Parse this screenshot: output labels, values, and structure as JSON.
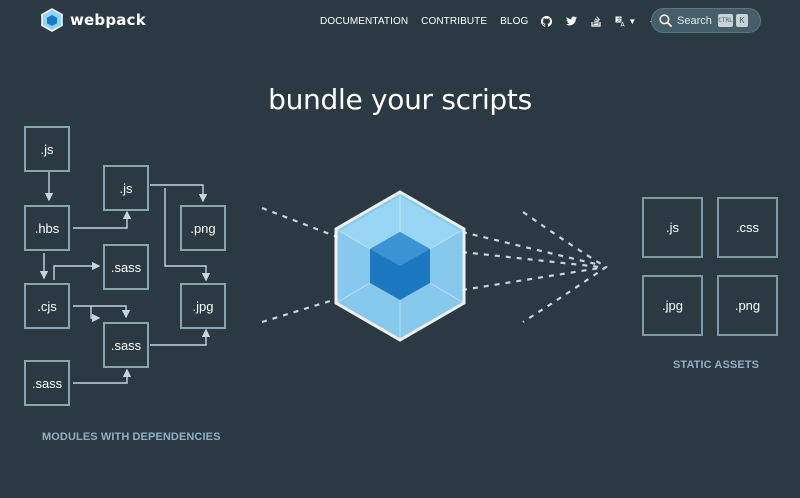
{
  "header": {
    "logo_text": "webpack",
    "nav": {
      "documentation": "DOCUMENTATION",
      "contribute": "CONTRIBUTE",
      "blog": "BLOG"
    },
    "icons": [
      "github-icon",
      "twitter-icon",
      "stack-overflow-icon",
      "translate-icon",
      "theme-toggle-icon"
    ],
    "search": {
      "label": "Search",
      "shortcut_ctrl": "CTRL",
      "shortcut_key": "K"
    }
  },
  "hero": {
    "title": "bundle your scripts",
    "modules": {
      "m1": ".js",
      "m2": ".hbs",
      "m3": ".cjs",
      "m4": ".sass",
      "m5": ".js",
      "m6": ".sass",
      "m7": ".sass",
      "m8": ".png",
      "m9": ".jpg"
    },
    "modules_caption": "MODULES WITH DEPENDENCIES",
    "assets": {
      "a1": ".js",
      "a2": ".css",
      "a3": ".jpg",
      "a4": ".png"
    },
    "assets_caption": "STATIC ASSETS"
  },
  "colors": {
    "background": "#2b3a42",
    "box_border": "#8aa4b1",
    "caption": "#8fb0c6",
    "cube_light": "#8ed6fb",
    "cube_dark": "#1c78c0"
  }
}
